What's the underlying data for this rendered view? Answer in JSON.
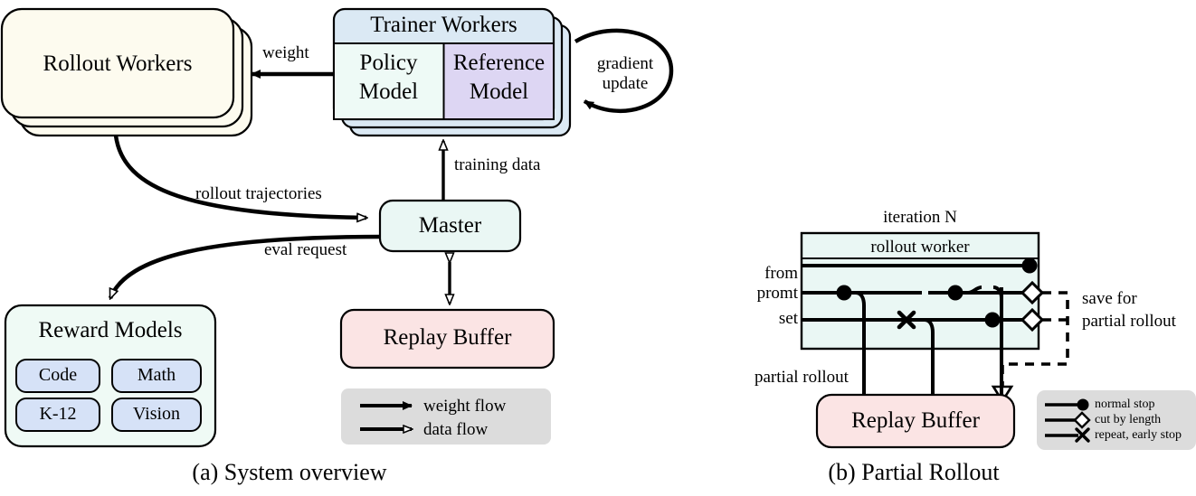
{
  "figure": {
    "panel_a": {
      "caption": "(a) System overview",
      "nodes": {
        "rollout_workers": {
          "label": "Rollout Workers",
          "fill": "#fdfbef",
          "stacked": 3
        },
        "trainer_workers": {
          "label": "Trainer Workers",
          "header_fill": "#dbe9f4",
          "stacked": 3,
          "submodels": [
            {
              "label_line1": "Policy",
              "label_line2": "Model",
              "fill": "#eefaf6"
            },
            {
              "label_line1": "Reference",
              "label_line2": "Model",
              "fill": "#ddd6f3"
            }
          ]
        },
        "master": {
          "label": "Master",
          "fill": "#eaf7f4"
        },
        "replay_buffer": {
          "label": "Replay Buffer",
          "fill": "#fbe4e4"
        },
        "reward_models": {
          "label": "Reward Models",
          "fill": "#effaf5",
          "items": [
            {
              "label": "Code",
              "fill": "#d6e2f7"
            },
            {
              "label": "Math",
              "fill": "#d6e2f7"
            },
            {
              "label": "K-12",
              "fill": "#d6e2f7"
            },
            {
              "label": "Vision",
              "fill": "#d6e2f7"
            }
          ]
        }
      },
      "edges": {
        "weight": "weight",
        "gradient_update_line1": "gradient",
        "gradient_update_line2": "update",
        "training_data": "training data",
        "rollout_trajectories": "rollout trajectories",
        "eval_request": "eval request"
      },
      "legend": {
        "background": "#dcdcdc",
        "items": [
          {
            "label": "weight flow",
            "arrow": "solid-head"
          },
          {
            "label": "data flow",
            "arrow": "hollow-head"
          }
        ]
      }
    },
    "panel_b": {
      "caption": "(b) Partial Rollout",
      "iteration_label": "iteration N",
      "worker_box": {
        "label": "rollout worker",
        "fill": "#eaf7f4"
      },
      "from_prompt_set": {
        "line1": "from",
        "line2": "promt",
        "line3": "set"
      },
      "partial_rollout_label": "partial rollout",
      "save_note": {
        "line1": "save for",
        "line2": "partial rollout"
      },
      "replay_buffer": {
        "label": "Replay Buffer",
        "fill": "#fbe4e4"
      },
      "legend": {
        "background": "#dcdcdc",
        "items": [
          {
            "label": "normal stop",
            "marker": "filled-circle"
          },
          {
            "label": "cut by length",
            "marker": "hollow-diamond"
          },
          {
            "label": "repeat, early stop",
            "marker": "cross"
          }
        ]
      }
    }
  }
}
